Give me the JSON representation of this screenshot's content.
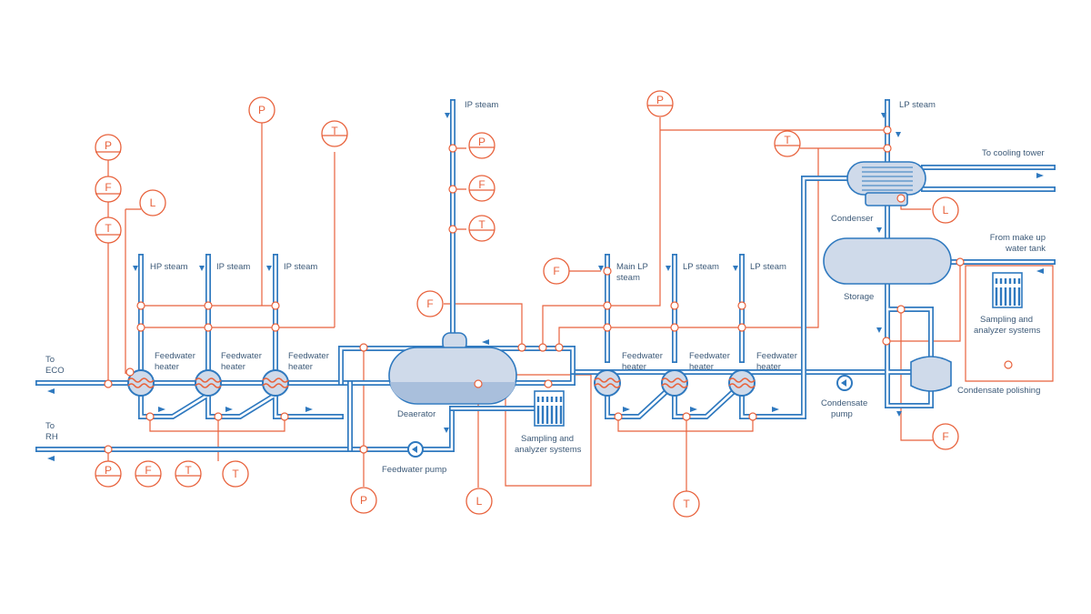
{
  "diagram": {
    "labels": {
      "ip_steam_top": "IP steam",
      "lp_steam_top": "LP steam",
      "to_cooling_tower": "To cooling tower",
      "condenser": "Condenser",
      "from_makeup_1": "From make up",
      "from_makeup_2": "water tank",
      "storage": "Storage",
      "sampling_right_1": "Sampling and",
      "sampling_right_2": "analyzer systems",
      "condensate_polishing": "Condensate polishing",
      "hp_steam": "HP steam",
      "ip_steam_1": "IP steam",
      "ip_steam_2": "IP steam",
      "main_lp_1": "Main LP",
      "main_lp_2": "steam",
      "lp_steam_1": "LP steam",
      "lp_steam_2": "LP steam",
      "fw_heater_word1": "Feedwater",
      "fw_heater_word2": "heater",
      "to_eco_1": "To",
      "to_eco_2": "ECO",
      "to_rh_1": "To",
      "to_rh_2": "RH",
      "deaerator": "Deaerator",
      "sampling_mid_1": "Sampling and",
      "sampling_mid_2": "analyzer systems",
      "feedwater_pump": "Feedwater pump",
      "condensate_pump_1": "Condensate",
      "condensate_pump_2": "pump"
    },
    "instruments": {
      "P": "P",
      "F": "F",
      "T": "T",
      "L": "L"
    },
    "colors": {
      "pipe": "#2f79bf",
      "signal": "#e8623c",
      "vessel": "#cfdaea",
      "text": "#3d5a78"
    }
  }
}
